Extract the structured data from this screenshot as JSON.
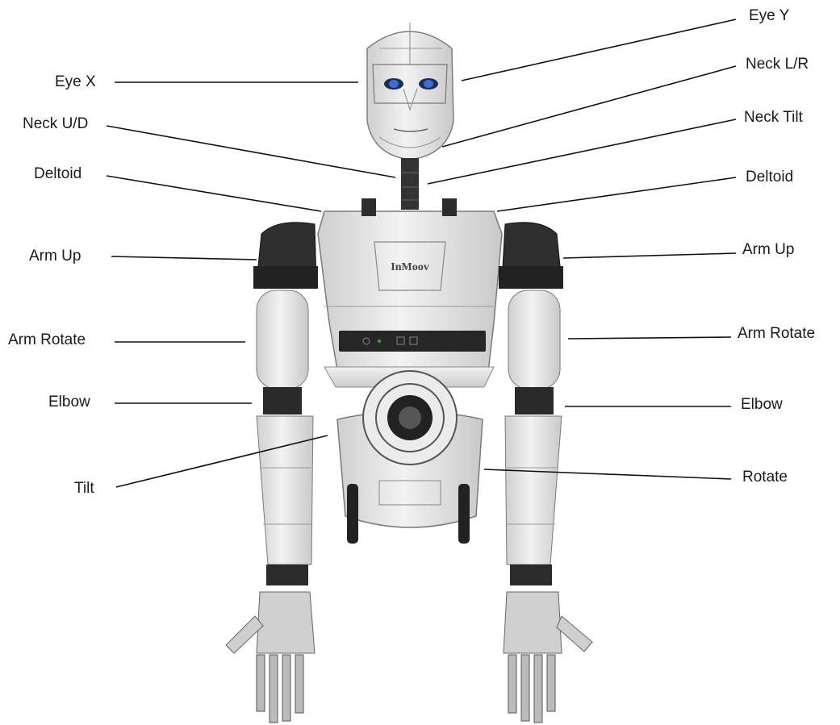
{
  "diagram": {
    "labels": {
      "eye_x": "Eye X",
      "eye_y": "Eye Y",
      "neck_lr": "Neck L/R",
      "neck_ud": "Neck U/D",
      "neck_tilt": "Neck Tilt",
      "deltoid_left": "Deltoid",
      "deltoid_right": "Deltoid",
      "arm_up_left": "Arm Up",
      "arm_up_right": "Arm Up",
      "arm_rotate_left": "Arm Rotate",
      "arm_rotate_right": "Arm Rotate",
      "elbow_left": "Elbow",
      "elbow_right": "Elbow",
      "tilt": "Tilt",
      "rotate": "Rotate"
    },
    "chest_logo": "InMoov",
    "colors": {
      "shell": "#e4e4e4",
      "shell_edge": "#8a8a8a",
      "dark_part": "#2b2b2b",
      "eye": "#2c4a86",
      "leader_line": "#111111"
    }
  }
}
